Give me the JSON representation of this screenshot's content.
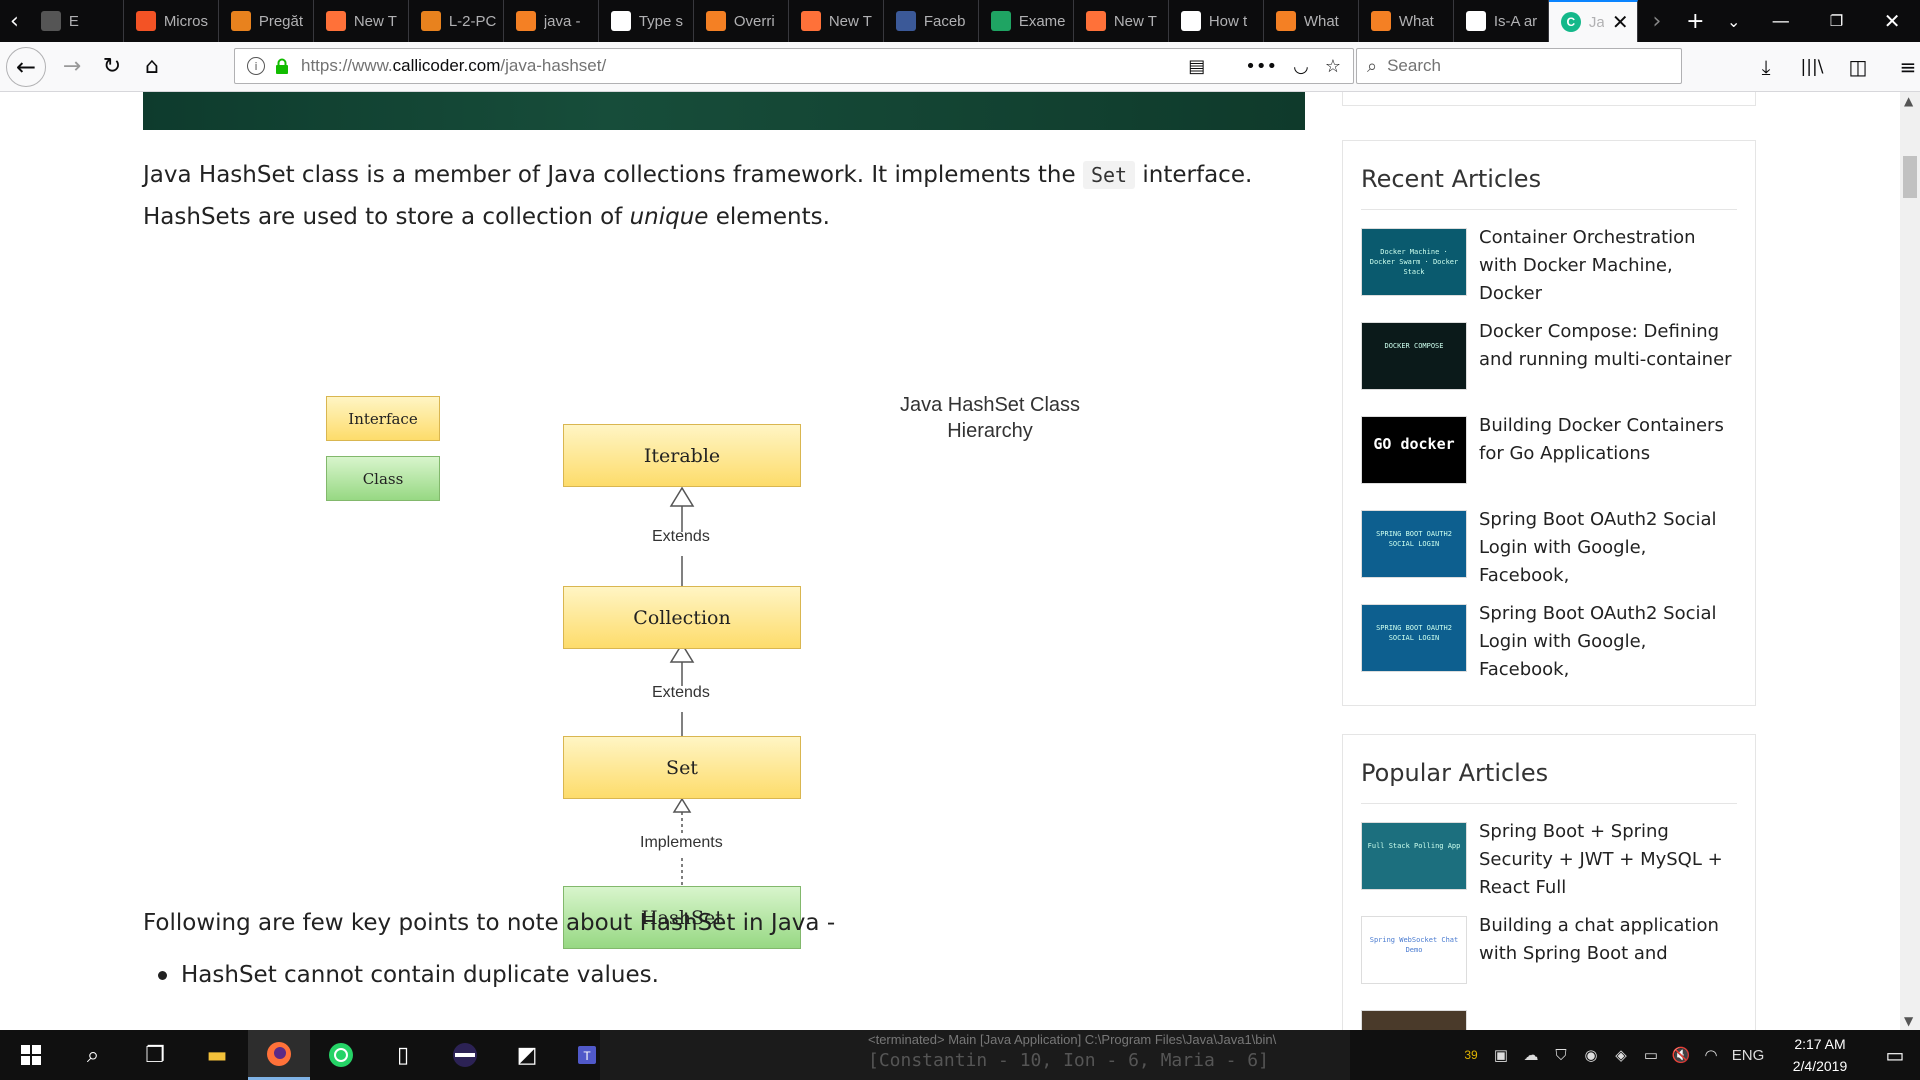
{
  "tabs": [
    {
      "label": "E",
      "icon": "generic-tab-icon",
      "color": "#555555"
    },
    {
      "label": "Micros",
      "icon": "microsoft-icon",
      "color": "#f35325"
    },
    {
      "label": "Pregăt",
      "icon": "infoarena-icon",
      "color": "#e8821e"
    },
    {
      "label": "New T",
      "icon": "firefox-icon",
      "color": "#ff7139"
    },
    {
      "label": "L-2-PC",
      "icon": "infoarena-icon",
      "color": "#e8821e"
    },
    {
      "label": "java -",
      "icon": "stackoverflow-icon",
      "color": "#f48024"
    },
    {
      "label": "Type s",
      "icon": "wikipedia-icon",
      "color": "#ffffff"
    },
    {
      "label": "Overri",
      "icon": "stackoverflow-icon",
      "color": "#f48024"
    },
    {
      "label": "New T",
      "icon": "firefox-icon",
      "color": "#ff7139"
    },
    {
      "label": "Faceb",
      "icon": "facebook-icon",
      "color": "#3b5998"
    },
    {
      "label": "Exame",
      "icon": "google-drive-icon",
      "color": "#1fa463"
    },
    {
      "label": "New T",
      "icon": "firefox-icon",
      "color": "#ff7139"
    },
    {
      "label": "How t",
      "icon": "l-icon",
      "color": "#ffffff"
    },
    {
      "label": "What",
      "icon": "stackoverflow-icon",
      "color": "#f48024"
    },
    {
      "label": "What",
      "icon": "stackoverflow-icon",
      "color": "#f48024"
    },
    {
      "label": "Is-A ar",
      "icon": "puzzle-icon",
      "color": "#ffffff"
    }
  ],
  "active_tab": {
    "label": "Jav",
    "icon": "callicoder-icon",
    "color": "#14b88a"
  },
  "nav": {
    "url_prefix": "https://www.",
    "url_host": "callicoder.com",
    "url_path": "/java-hashset/",
    "search_placeholder": "Search"
  },
  "content": {
    "intro_part1": "Java HashSet class is a member of Java collections framework. It implements the ",
    "intro_code": "Set",
    "intro_part2": " interface.",
    "intro_part3": "HashSets are used to store a collection of ",
    "intro_em": "unique",
    "intro_part4": " elements.",
    "keypoints_heading": "Following are few key points to note about HashSet in Java -",
    "bullets": [
      "HashSet cannot contain duplicate values."
    ]
  },
  "diagram": {
    "legend_interface": "Interface",
    "legend_class": "Class",
    "title_line1": "Java HashSet Class",
    "title_line2": "Hierarchy",
    "box_iterable": "Iterable",
    "box_collection": "Collection",
    "box_set": "Set",
    "box_hashset": "HashSet",
    "rel_extends1": "Extends",
    "rel_extends2": "Extends",
    "rel_implements": "Implements"
  },
  "sidebar": {
    "recent_title": "Recent Articles",
    "recent": [
      {
        "title": "Container Orchestration with Docker Machine, Docker",
        "thumb_text": "Docker Machine · Docker Swarm · Docker Stack",
        "thumb_color": "#0a5a6e"
      },
      {
        "title": "Docker Compose: Defining and running multi-container",
        "thumb_text": "DOCKER COMPOSE",
        "thumb_color": "#0b1a1a"
      },
      {
        "title": "Building Docker Containers for Go Applications",
        "thumb_text": "GO docker",
        "thumb_color": "#000000"
      },
      {
        "title": "Spring Boot OAuth2 Social Login with Google, Facebook,",
        "thumb_text": "SPRING BOOT OAUTH2 SOCIAL LOGIN",
        "thumb_color": "#0d5f8f"
      },
      {
        "title": "Spring Boot OAuth2 Social Login with Google, Facebook,",
        "thumb_text": "SPRING BOOT OAUTH2 SOCIAL LOGIN",
        "thumb_color": "#0d5f8f"
      }
    ],
    "popular_title": "Popular Articles",
    "popular": [
      {
        "title": "Spring Boot + Spring Security + JWT + MySQL + React Full",
        "thumb_text": "Full Stack Polling App",
        "thumb_color": "#1c6f7e"
      },
      {
        "title": "Building a chat application with Spring Boot and",
        "thumb_text": "Spring WebSocket Chat Demo",
        "thumb_color": "#ffffff"
      },
      {
        "title": "",
        "thumb_text": "",
        "thumb_color": "#4a3a2a"
      }
    ]
  },
  "taskbar": {
    "peek_terminated": "<terminated> Main [Java Application] C:\\Program Files\\Java\\Java1\\bin\\",
    "peek_output": "[Constantin - 10, Ion - 6, Maria - 6]",
    "tray_badge": "39",
    "language": "ENG",
    "time": "2:17 AM",
    "date": "2/4/2019"
  }
}
